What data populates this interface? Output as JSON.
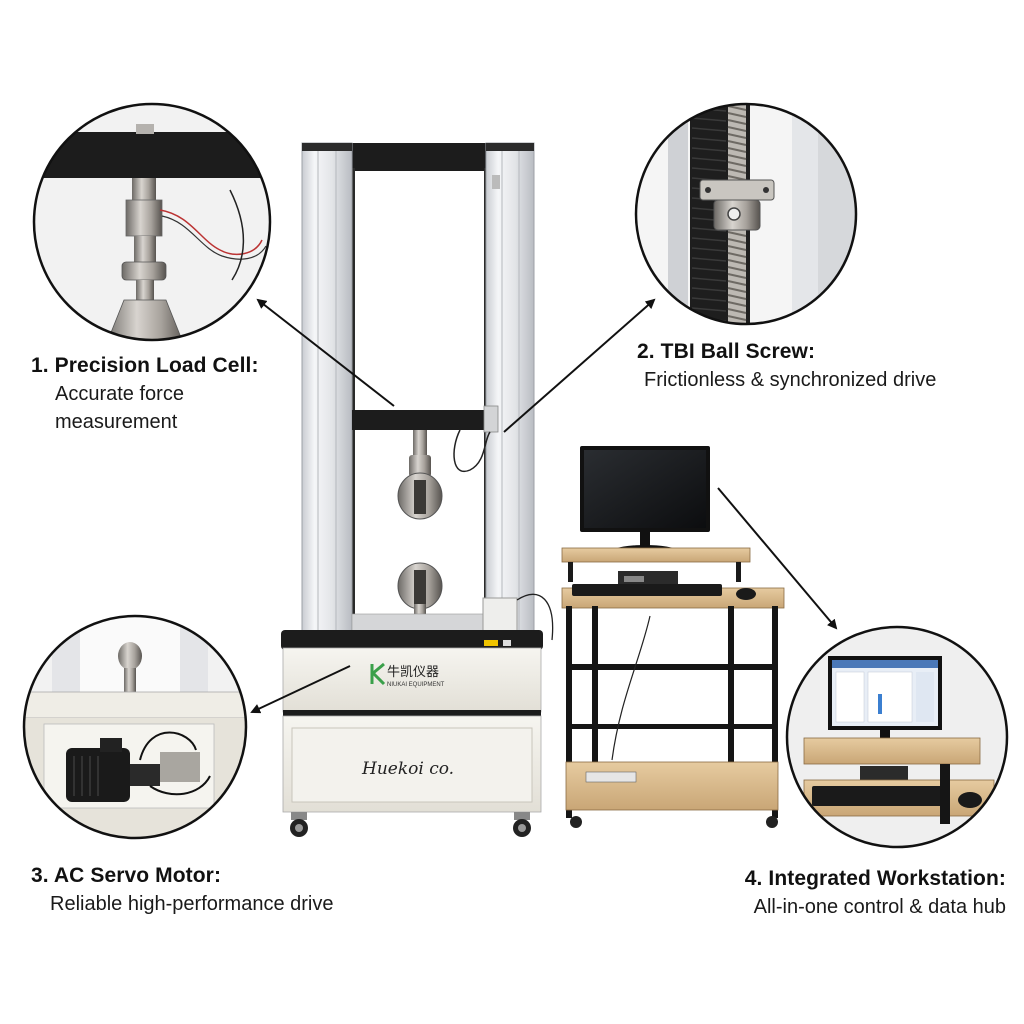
{
  "callouts": [
    {
      "number": "1.",
      "title": "Precision Load Cell:",
      "desc_lines": [
        "Accurate force",
        "measurement"
      ]
    },
    {
      "number": "2.",
      "title": "TBI Ball Screw:",
      "desc_lines": [
        "Frictionless & synchronized drive"
      ]
    },
    {
      "number": "3.",
      "title": "AC Servo Motor:",
      "desc_lines": [
        "Reliable high-performance drive"
      ]
    },
    {
      "number": "4.",
      "title": "Integrated Workstation:",
      "desc_lines": [
        "All-in-one control & data hub"
      ]
    }
  ],
  "machine": {
    "logo_cn": "牛凯仪器",
    "logo_en": "NIUKAI EQUIPMENT",
    "cabinet_text": "Huekoi co."
  },
  "colors": {
    "frame": "#1c1c1c",
    "cabinet": "#efede6",
    "logo_green": "#3aa04a",
    "wood": "#d9b98a",
    "column": "#e9ebee"
  }
}
